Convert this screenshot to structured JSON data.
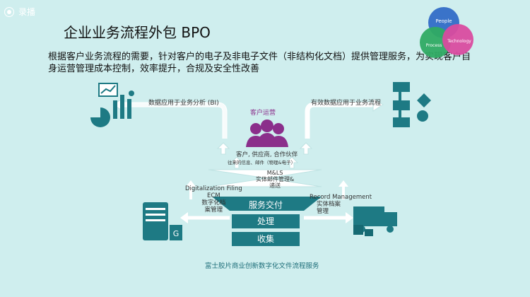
{
  "recording_badge": {
    "label": "录播"
  },
  "header": {
    "title": "企业业务流程外包 BPO",
    "description": "根据客户业务流程的需要，针对客户的电子及非电子文件（非结构化文档）提供管理服务，为实现客户自身运营管理成本控制，效率提升，合规及安全性改善"
  },
  "venn": {
    "people": "People",
    "process": "Process",
    "technology": "Technology",
    "colors": {
      "people": "#3a73c9",
      "process": "#2faa63",
      "technology": "#d94b9f"
    }
  },
  "diagram": {
    "left_top_label": "数据应用于业务分析 (BI)",
    "right_top_label": "有效数据应用于业务流程",
    "customer_ops_label": "客户运营",
    "partners_label": "客户, 供应商, 合作伙伴",
    "records_label": "往来的信息、邮件（物理&电子）",
    "ml_line1": "M&LS",
    "ml_line2": "实体邮件管理&",
    "ml_line3": "递送",
    "digitalization": {
      "line1": "Digitalization Filing",
      "line2": "ECM",
      "line3": "数字化档",
      "line4": "案管理"
    },
    "record_mgmt": {
      "line1": "Record Management",
      "line2": "实体档案",
      "line3": "管理"
    },
    "stack": {
      "top": "服务交付",
      "middle": "处理",
      "bottom": "收集"
    },
    "footer": "富士胶片商业创新数字化文件流程服务"
  },
  "colors": {
    "teal": "#1e7a84",
    "background": "#cfeeee",
    "purple": "#8b2f8b"
  }
}
